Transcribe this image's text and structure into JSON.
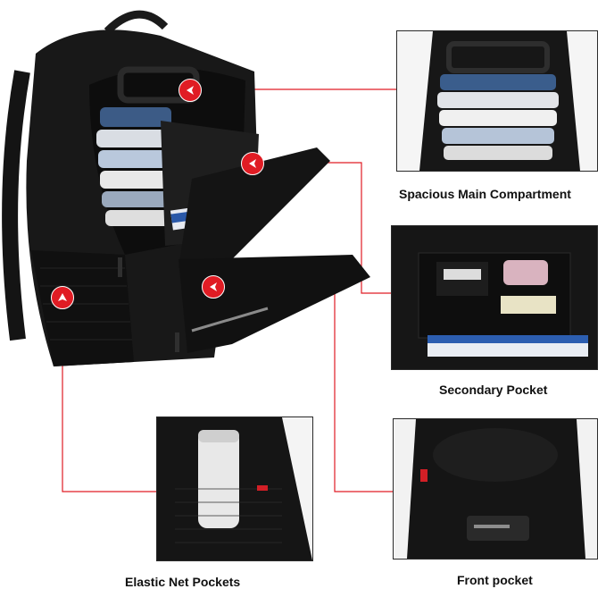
{
  "captions": {
    "main": "Spacious Main Compartment",
    "secondary": "Secondary Pocket",
    "net": "Elastic Net Pockets",
    "front": "Front pocket"
  },
  "colors": {
    "accent": "#e01c24",
    "bag": "#151515"
  },
  "icons": [
    "arrow-up-icon",
    "arrow-left-icon"
  ]
}
